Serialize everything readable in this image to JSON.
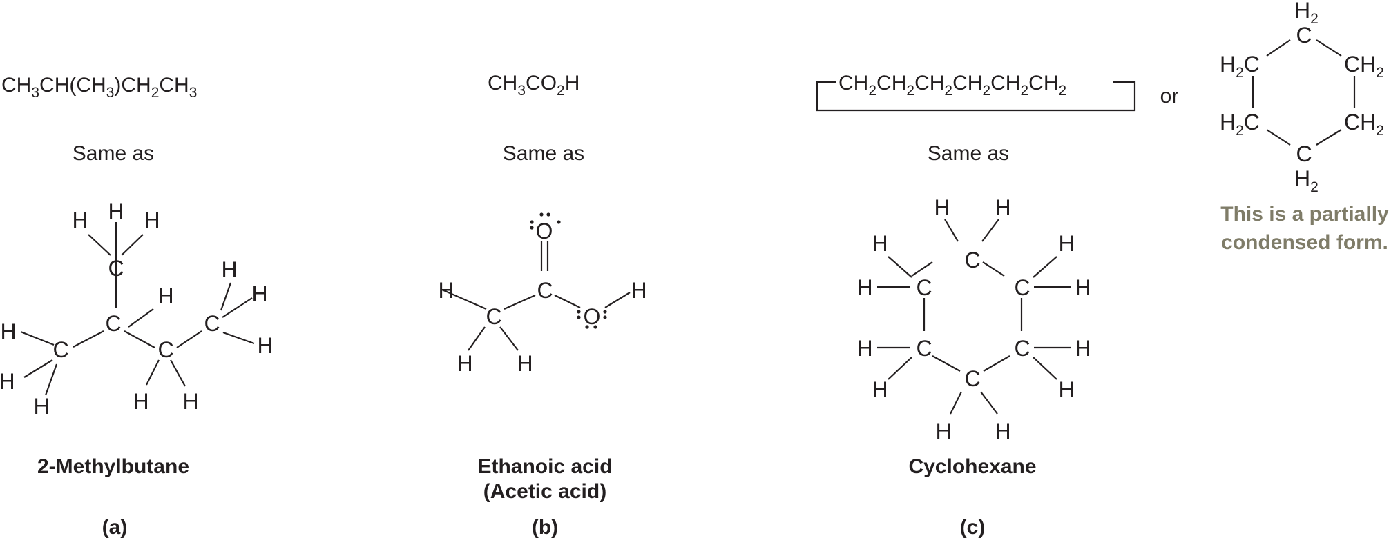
{
  "panels": {
    "a": {
      "formula": [
        [
          "CH",
          "3"
        ],
        [
          "CH(CH",
          "3"
        ],
        [
          ")CH",
          "2"
        ],
        [
          "CH",
          "3"
        ]
      ],
      "same_as": "Same as",
      "name": "2-Methylbutane",
      "letter": "(a)"
    },
    "b": {
      "formula": [
        [
          "CH",
          "3"
        ],
        [
          "CO",
          "2"
        ],
        [
          "H",
          ""
        ]
      ],
      "same_as": "Same as",
      "name_line1": "Ethanoic acid",
      "name_line2": "(Acetic acid)",
      "letter": "(b)"
    },
    "c": {
      "formula": [
        [
          "CH",
          "2"
        ],
        [
          "CH",
          "2"
        ],
        [
          "CH",
          "2"
        ],
        [
          "CH",
          "2"
        ],
        [
          "CH",
          "2"
        ],
        [
          "CH",
          "2"
        ]
      ],
      "or": "or",
      "same_as": "Same as",
      "name": "Cyclohexane",
      "letter": "(c)",
      "note_line1": "This is a partially",
      "note_line2": "condensed form."
    }
  },
  "atoms": {
    "carbon": "C",
    "hydrogen": "H",
    "oxygen": "O",
    "h2_main": "H",
    "h2_sub": "2"
  },
  "colors": {
    "ink": "#231f20",
    "note": "#7f7c68"
  }
}
